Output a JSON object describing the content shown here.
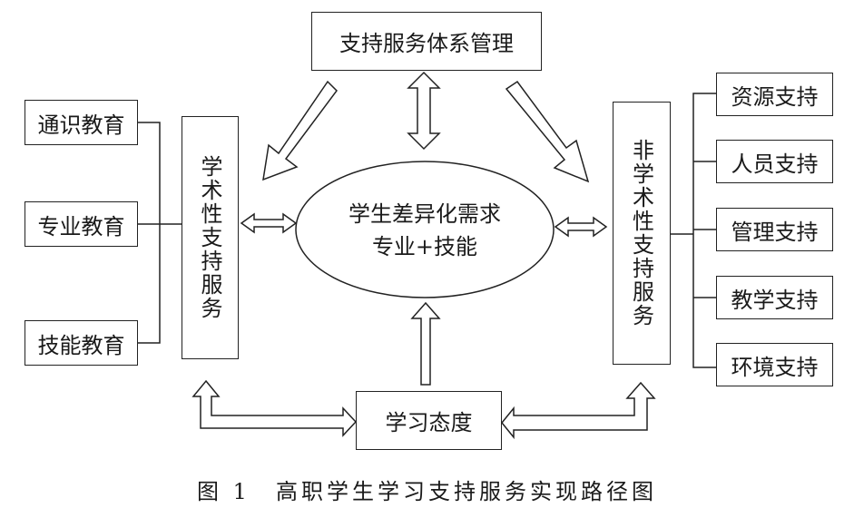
{
  "title_box": "支持服务体系管理",
  "center": {
    "line1": "学生差异化需求",
    "line2": "专业+技能"
  },
  "academic": {
    "label": "学术性支持服务",
    "items": [
      "通识教育",
      "专业教育",
      "技能教育"
    ]
  },
  "non_academic": {
    "label": "非学术性支持服务",
    "items": [
      "资源支持",
      "人员支持",
      "管理支持",
      "教学支持",
      "环境支持"
    ]
  },
  "attitude": "学习态度",
  "caption": "图 1　高职学生学习支持服务实现路径图"
}
